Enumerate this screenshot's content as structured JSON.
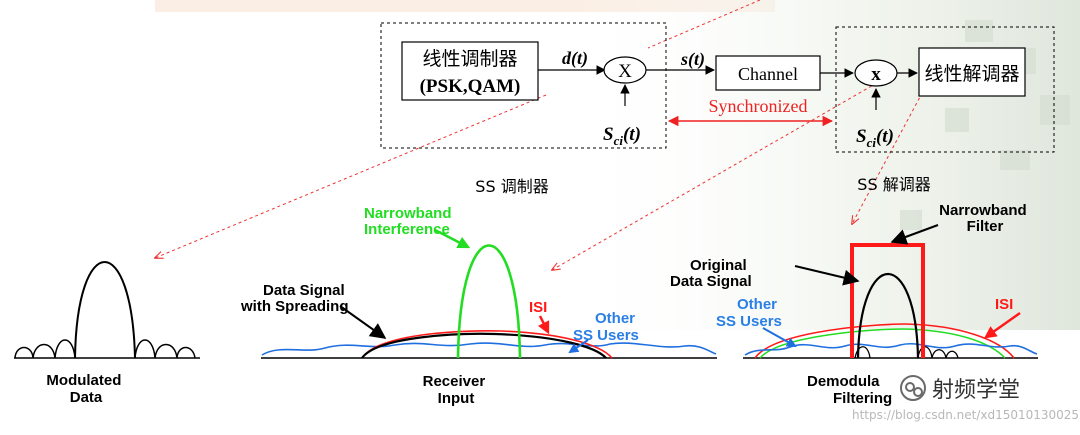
{
  "modulator": {
    "block_label_line1": "线性调制器",
    "block_label_line2": "(PSK,QAM)",
    "input_signal": "d(t)",
    "mixer_symbol": "X",
    "code_signal_base": "S",
    "code_signal_sub": "ci",
    "code_signal_tail": "(t)",
    "output_signal": "s(t)",
    "section_label": "SS 调制器"
  },
  "channel": {
    "label": "Channel"
  },
  "sync": {
    "label": "Synchronized"
  },
  "demodulator": {
    "mixer_symbol": "x",
    "code_signal_base": "S",
    "code_signal_sub": "ci",
    "code_signal_tail": "(t)",
    "block_label": "线性解调器",
    "section_label": "SS  解调器"
  },
  "panels": {
    "modulated": {
      "caption_line1": "Modulated",
      "caption_line2": "Data"
    },
    "receiver": {
      "caption_line1": "Receiver",
      "caption_line2": "Input",
      "nb_label_line1": "Narrowband",
      "nb_label_line2": "Interference",
      "ds_label_line1": "Data Signal",
      "ds_label_line2": "with Spreading",
      "isi_label": "ISI",
      "users_label_line1": "Other",
      "users_label_line2": "SS Users"
    },
    "demod": {
      "caption_line1": "Demodula",
      "caption_line2": "Filtering",
      "filter_label_line1": "Narrowband",
      "filter_label_line2": "Filter",
      "orig_label_line1": "Original",
      "orig_label_line2": "Data Signal",
      "users_label_line1": "Other",
      "users_label_line2": "SS Users",
      "isi_label": "ISI"
    }
  },
  "watermark": {
    "brand": "射频学堂",
    "url": "https://blog.csdn.net/xd15010130025"
  },
  "colors": {
    "green": "#22dd22",
    "red": "#ff1a1a",
    "blue": "#1f6fe0",
    "user_label_blue": "#2a7fe6",
    "sync_red": "#ee2222",
    "dashed_line": "#ee3333"
  }
}
